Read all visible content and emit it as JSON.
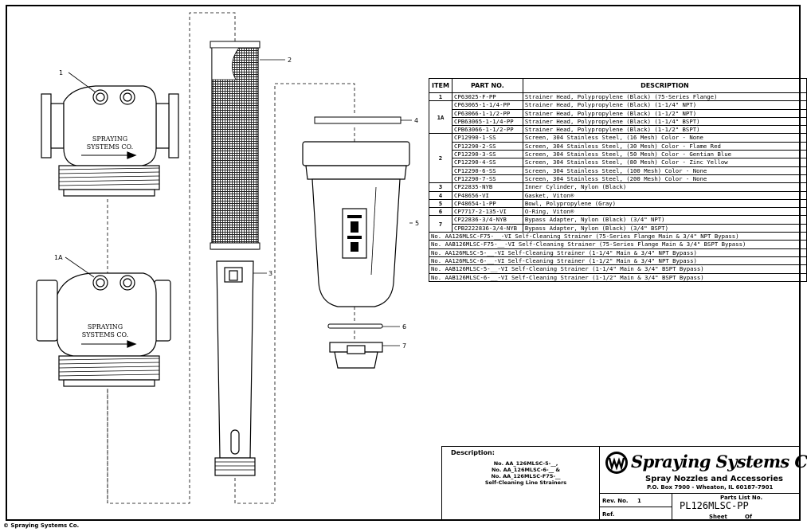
{
  "callouts": {
    "c1": "1",
    "c1a": "1A",
    "c2": "2",
    "c3": "3",
    "c4": "4",
    "c5": "5",
    "c6": "6",
    "c7": "7"
  },
  "head_labels": {
    "h1_line1": "SPRAYING",
    "h1_line2": "SYSTEMS CO.",
    "h2_line1": "SPRAYING",
    "h2_line2": "SYSTEMS CO."
  },
  "table": {
    "headers": {
      "item": "ITEM",
      "part": "PART NO.",
      "desc": "DESCRIPTION"
    },
    "rows": [
      {
        "item": "1",
        "part": "CP63025-F-PP",
        "desc": "Strainer Head, Polypropylene (Black) (75-Series Flange)"
      },
      {
        "item": "1A",
        "part": "CP63065-1-1/4-PP",
        "desc": "Strainer Head, Polypropylene (Black) (1-1/4\" NPT)"
      },
      {
        "item": "",
        "part": "CP63066-1-1/2-PP",
        "desc": "Strainer Head, Polypropylene (Black) (1-1/2\" NPT)"
      },
      {
        "item": "",
        "part": "CPB63065-1-1/4-PP",
        "desc": "Strainer Head, Polypropylene (Black) (1-1/4\" BSPT)"
      },
      {
        "item": "",
        "part": "CPB63066-1-1/2-PP",
        "desc": "Strainer Head, Polypropylene (Black) (1-1/2\" BSPT)"
      },
      {
        "item": "2",
        "part": "CP12990-1-SS",
        "desc": "Screen, 304 Stainless Steel, (16 Mesh) Color - None"
      },
      {
        "item": "",
        "part": "CP12290-2-SS",
        "desc": "Screen, 304 Stainless Steel, (30 Mesh) Color - Flame Red"
      },
      {
        "item": "",
        "part": "CP12290-3-SS",
        "desc": "Screen, 304 Stainless Steel, (50 Mesh) Color - Gentian Blue"
      },
      {
        "item": "",
        "part": "CP12290-4-SS",
        "desc": "Screen, 304 Stainless Steel, (80 Mesh) Color - Zinc Yellow"
      },
      {
        "item": "",
        "part": "CP12290-6-SS",
        "desc": "Screen, 304 Stainless Steel, (100 Mesh) Color - None"
      },
      {
        "item": "",
        "part": "CP12290-7-SS",
        "desc": "Screen, 304 Stainless Steel, (200 Mesh) Color - None"
      },
      {
        "item": "3",
        "part": "CP22835-NYB",
        "desc": "Inner Cylinder, Nylon (Black)"
      },
      {
        "item": "4",
        "part": "CP48656-VI",
        "desc": "Gasket, Viton®"
      },
      {
        "item": "5",
        "part": "CP48654-1-PP",
        "desc": "Bowl, Polypropylene (Gray)"
      },
      {
        "item": "6",
        "part": "CP7717-2-135-VI",
        "desc": "O-Ring, Viton®"
      },
      {
        "item": "7",
        "part": "CP22836-3/4-NYB",
        "desc": "Bypass Adapter, Nylon (Black) (3/4\" NPT)"
      },
      {
        "item": "",
        "part": "CPB2222836-3/4-NYB",
        "desc": "Bypass Adapter, Nylon (Black) (3/4\" BSPT)"
      }
    ],
    "models": [
      "No. AA126MLSC-F75-__-VI Self-Cleaning Strainer (75-Series Flange Main & 3/4\" NPT Bypass)",
      "No. AAB126MLSC-F75-__-VI Self-Cleaning Strainer (75-Series Flange Main & 3/4\" BSPT Bypass)",
      "No. AA126MLSC-5-__-VI Self-Cleaning Strainer (1-1/4\" Main & 3/4\" NPT Bypass)",
      "No. AA126MLSC-6-__-VI Self-Cleaning Strainer (1-1/2\" Main & 3/4\" NPT Bypass)",
      "No. AAB126MLSC-5-__-VI Self-Cleaning Strainer (1-1/4\" Main & 3/4\" BSPT Bypass)",
      "No. AAB126MLSC-6-__-VI Self-Cleaning Strainer (1-1/2\" Main & 3/4\" BSPT Bypass)"
    ]
  },
  "title_block": {
    "description_label": "Description:",
    "description_lines": [
      "No. AA_126MLSC-5-__,",
      "No. AA_126MLSC-6-__ &",
      "No. AA_126MLSC-F75-__",
      "Self-Cleaning Line Strainers"
    ],
    "company": "Spraying Systems Co.",
    "tagline": "Spray Nozzles and Accessories",
    "address": "P.O. Box 7900 - Wheaton, IL 60187-7901",
    "rev_label": "Rev. No.",
    "rev_value": "1",
    "ref_label": "Ref.",
    "parts_list_label": "Parts List No.",
    "parts_list_value": "PL126MLSC-PP",
    "sheet_label": "Sheet",
    "of_label": "Of"
  },
  "copyright": "© Spraying Systems Co."
}
